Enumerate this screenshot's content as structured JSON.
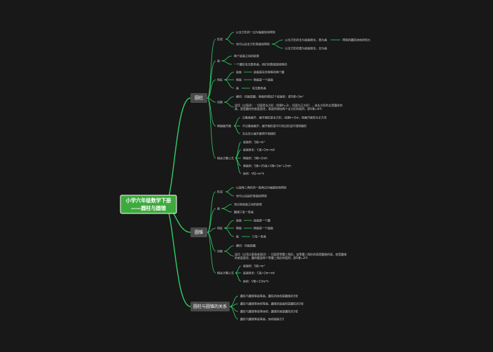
{
  "root": {
    "line1": "小学六年级数学下册",
    "line2": "——圆柱与圆锥"
  },
  "branches": [
    {
      "label": "圆柱",
      "items": [
        {
          "label": "形成",
          "children": [
            {
              "text": "以长方形的一边为轴旋转而得到"
            },
            {
              "text": "也可以由长方形卷曲而得到",
              "children": [
                {
                  "text": "以长方形的长为底面周长，宽为高",
                  "children": [
                    {
                      "text": "得到的圆柱体体积较大"
                    }
                  ]
                },
                {
                  "text": "以长方形的宽为底面周长，长为高"
                }
              ]
            }
          ]
        },
        {
          "label": "高",
          "children": [
            {
              "text": "两个底面之间的距离"
            },
            {
              "text": "一个圆柱有无数条高，他们的数值是相等的"
            }
          ]
        },
        {
          "label": "特征",
          "children": [
            {
              "text": "底面",
              "children": [
                {
                  "text": "底面是完全相等的两个圆"
                }
              ]
            },
            {
              "text": "侧面",
              "children": [
                {
                  "text": "侧面是一个曲面"
                }
              ]
            },
            {
              "text": "高",
              "children": [
                {
                  "text": "有无数条高"
                }
              ]
            }
          ]
        },
        {
          "label": "切割",
          "children": [
            {
              "text": "横切：切面是圆，表面积增加2个底面积，即S增=2πr²"
            },
            {
              "text1": "竖切（过直径）：切面是长方形（如果h=2r，切面为正方形），该长方形的长是圆柱的高，宽是圆柱的底面直径，表面积增加两个长方形的面积，即S增=4rh"
            }
          ]
        },
        {
          "label": "侧面展开图",
          "children": [
            {
              "text": "沿着高展开，展开图形是长方形，如果h=2πr，则展开图形为正方形"
            },
            {
              "text": "不沿着高展开，展开图形是平行四边形或不规则图形"
            },
            {
              "text": "无论怎么展开都得不到梯形"
            }
          ]
        },
        {
          "label": "相关计算公式",
          "children": [
            {
              "text": "底面积：S底=πr²"
            },
            {
              "text": "底面周长：C底=2πr=πd"
            },
            {
              "text": "侧面积：S侧=2πrh"
            },
            {
              "text": "表面积：S表=2S底+S侧=2πr²+2πrh"
            },
            {
              "text": "体积：V柱=πr²h"
            }
          ]
        }
      ]
    },
    {
      "label": "圆锥",
      "items": [
        {
          "label": "形成",
          "children": [
            {
              "text": "以直角三角形的一直角边为轴旋转而得到"
            },
            {
              "text": "也可以由扇形卷曲而得到"
            }
          ]
        },
        {
          "label": "高",
          "children": [
            {
              "text": "顶点到底面之间的距离"
            },
            {
              "text": "圆锥只有一条高"
            }
          ]
        },
        {
          "label": "特征",
          "children": [
            {
              "text": "底面",
              "children": [
                {
                  "text": "底面是一个圆"
                }
              ]
            },
            {
              "text": "侧面",
              "children": [
                {
                  "text": "侧面是一个曲面"
                }
              ]
            },
            {
              "text": "高",
              "children": [
                {
                  "text": "只有一条高"
                }
              ]
            }
          ]
        },
        {
          "label": "切割",
          "children": [
            {
              "text": "横切：切面是圆"
            },
            {
              "text1": "竖切（过顶点垂直底面切）：切面是等腰三角形，该等腰三角形的高是圆锥的高，底是圆锥的底面直径，圆的截面两个等腰三角形的面积，即S增=2rh"
            }
          ]
        },
        {
          "label": "相关计算公式",
          "children": [
            {
              "text": "底面积：S底=πr²"
            },
            {
              "text": "底面周长：C底=2πr=πd"
            },
            {
              "text": "体积：V锥=1/3πr²h"
            }
          ]
        }
      ]
    },
    {
      "label": "圆柱与圆锥的关系",
      "items": [
        {
          "text": "圆柱与圆锥等底等高，圆柱的体积是圆锥的3倍"
        },
        {
          "text": "圆柱与圆锥等体积等高，圆锥的底面积是圆柱的3倍"
        },
        {
          "text": "圆柱与圆锥等底等体积，圆锥的高是圆柱的3倍"
        },
        {
          "text": "圆柱与圆锥等底等高，体积相差2/3"
        }
      ]
    }
  ],
  "colors": {
    "background": "#181818",
    "link": "#33cc66",
    "root": "#3daa3d",
    "branch": "#4a4a4a"
  }
}
